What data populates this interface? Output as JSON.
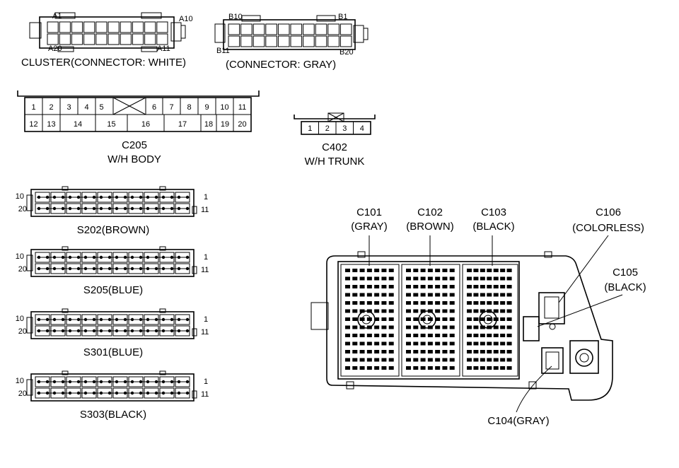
{
  "cluster": {
    "pin_top_left": "A1",
    "pin_top_right": "A10",
    "pin_bottom_left": "A20",
    "pin_bottom_right": "A11",
    "caption": "CLUSTER(CONNECTOR: WHITE)"
  },
  "cluster_gray": {
    "pin_top_left": "B10",
    "pin_top_right": "B1",
    "pin_bottom_left": "B11",
    "pin_bottom_right": "B20",
    "caption": "(CONNECTOR: GRAY)"
  },
  "c205": {
    "top_pins": [
      "1",
      "2",
      "3",
      "4",
      "5",
      "6",
      "7",
      "8",
      "9",
      "10",
      "11"
    ],
    "bottom_pins": [
      "12",
      "13",
      "14",
      "15",
      "16",
      "17",
      "18",
      "19",
      "20"
    ],
    "name": "C205",
    "desc": "W/H BODY"
  },
  "c402": {
    "pins": [
      "1",
      "2",
      "3",
      "4"
    ],
    "name": "C402",
    "desc": "W/H TRUNK"
  },
  "splices": [
    {
      "id": "s202",
      "caption": "S202(BROWN)",
      "left_top": "10",
      "left_bottom": "20",
      "right_top": "1",
      "right_bottom": "11"
    },
    {
      "id": "s205",
      "caption": "S205(BLUE)",
      "left_top": "10",
      "left_bottom": "20",
      "right_top": "1",
      "right_bottom": "11"
    },
    {
      "id": "s301",
      "caption": "S301(BLUE)",
      "left_top": "10",
      "left_bottom": "20",
      "right_top": "1",
      "right_bottom": "11"
    },
    {
      "id": "s303",
      "caption": "S303(BLACK)",
      "left_top": "10",
      "left_bottom": "20",
      "right_top": "1",
      "right_bottom": "11"
    }
  ],
  "junction_box": {
    "c101": {
      "name": "C101",
      "color": "(GRAY)"
    },
    "c102": {
      "name": "C102",
      "color": "(BROWN)"
    },
    "c103": {
      "name": "C103",
      "color": "(BLACK)"
    },
    "c106": {
      "name": "C106",
      "color": "(COLORLESS)"
    },
    "c105": {
      "name": "C105",
      "color": "(BLACK)"
    },
    "c104": {
      "label": "C104(GRAY)"
    }
  }
}
